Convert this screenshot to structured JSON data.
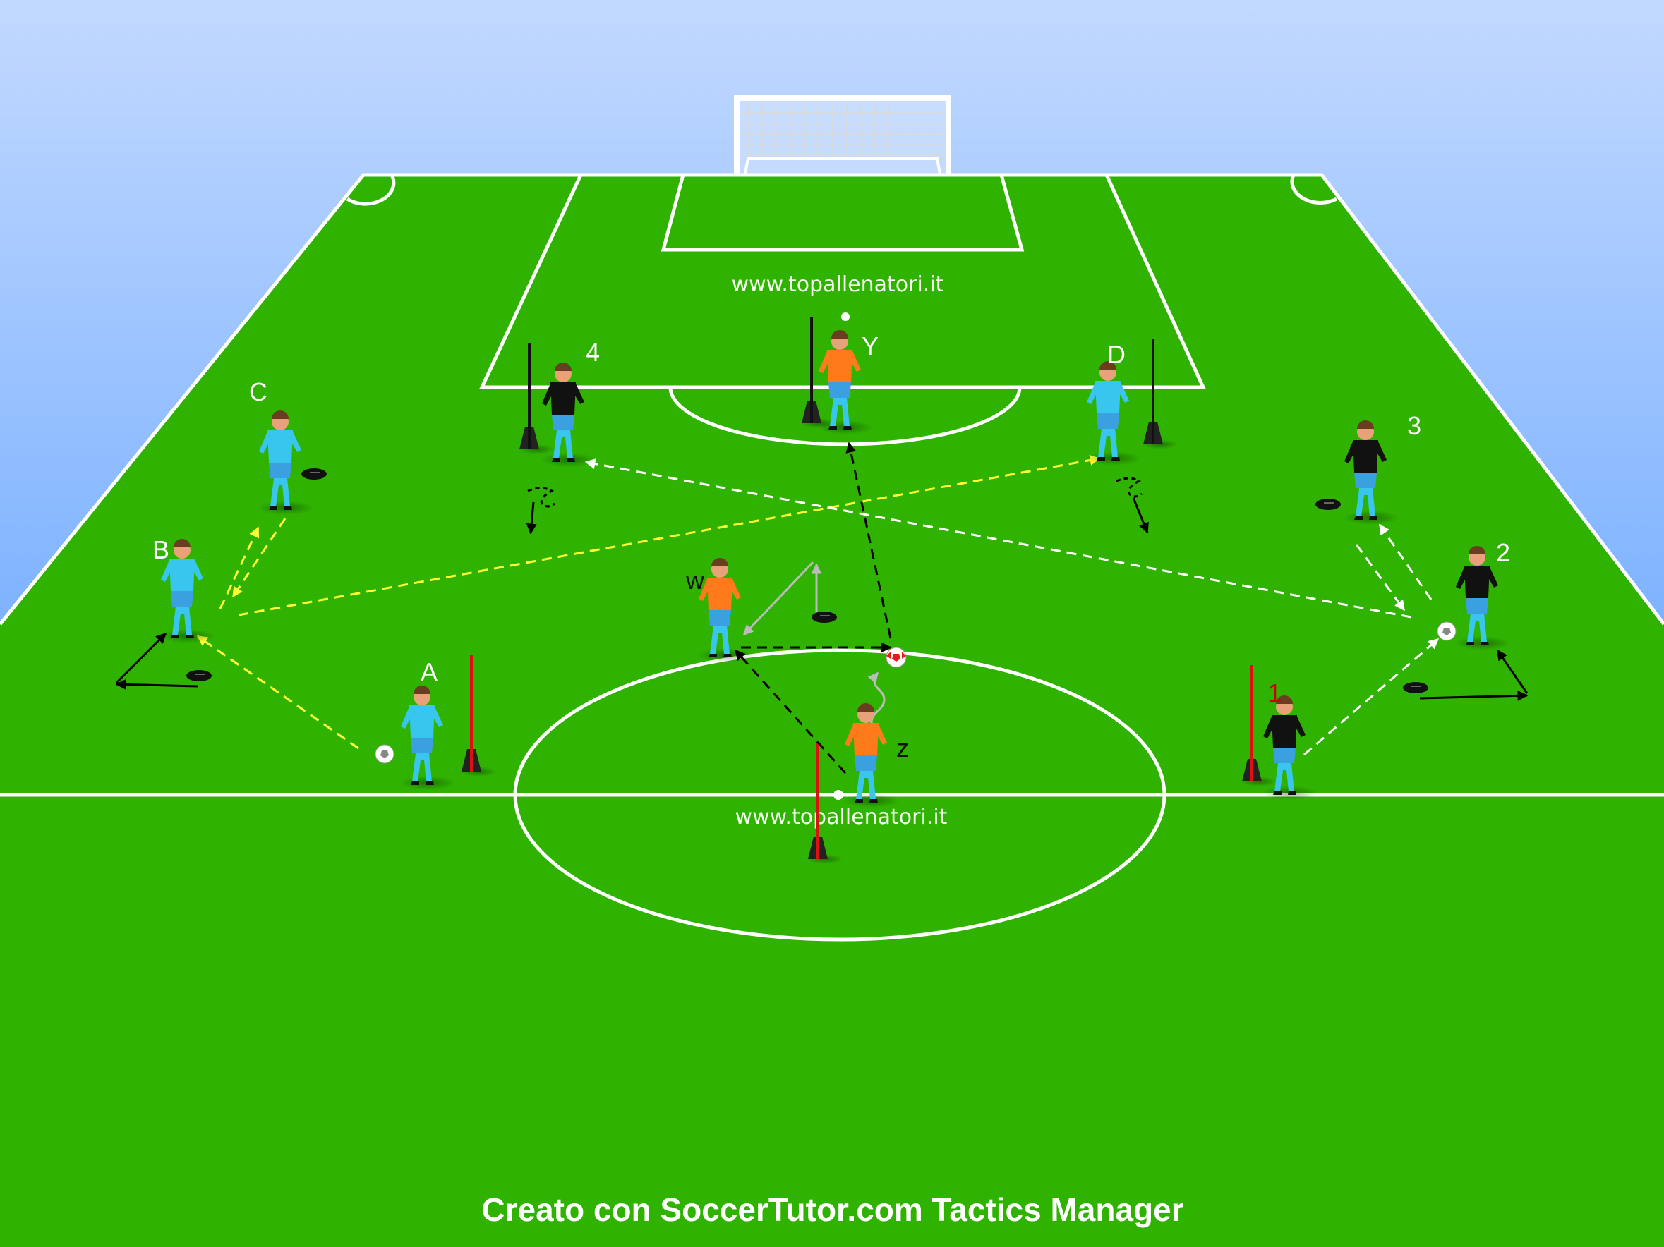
{
  "watermarks": [
    "www.topallenatori.it",
    "www.topallenatori.it"
  ],
  "credit": "Creato con SoccerTutor.com Tactics Manager",
  "colors": {
    "sky_top": "#bcd5ff",
    "sky_bottom": "#3f8fff",
    "pitch": "#2fb300",
    "lines": "#ffffff",
    "team_blue": "#38c6ee",
    "team_orange": "#ff7a1a",
    "team_black": "#111111",
    "pass_yellow": "#ffff33",
    "pass_white": "#ffffff",
    "run_black": "#000000",
    "dribble_gray": "#bbbbbb",
    "pole_red": "#dd1111",
    "label_red": "#cc0000"
  },
  "players": [
    {
      "label": "A",
      "team": "blue"
    },
    {
      "label": "B",
      "team": "blue"
    },
    {
      "label": "C",
      "team": "blue"
    },
    {
      "label": "D",
      "team": "blue"
    },
    {
      "label": "1",
      "team": "black"
    },
    {
      "label": "2",
      "team": "black"
    },
    {
      "label": "3",
      "team": "black"
    },
    {
      "label": "4",
      "team": "black"
    },
    {
      "label": "W",
      "team": "orange"
    },
    {
      "label": "Y",
      "team": "orange"
    },
    {
      "label": "Z",
      "team": "orange"
    }
  ]
}
